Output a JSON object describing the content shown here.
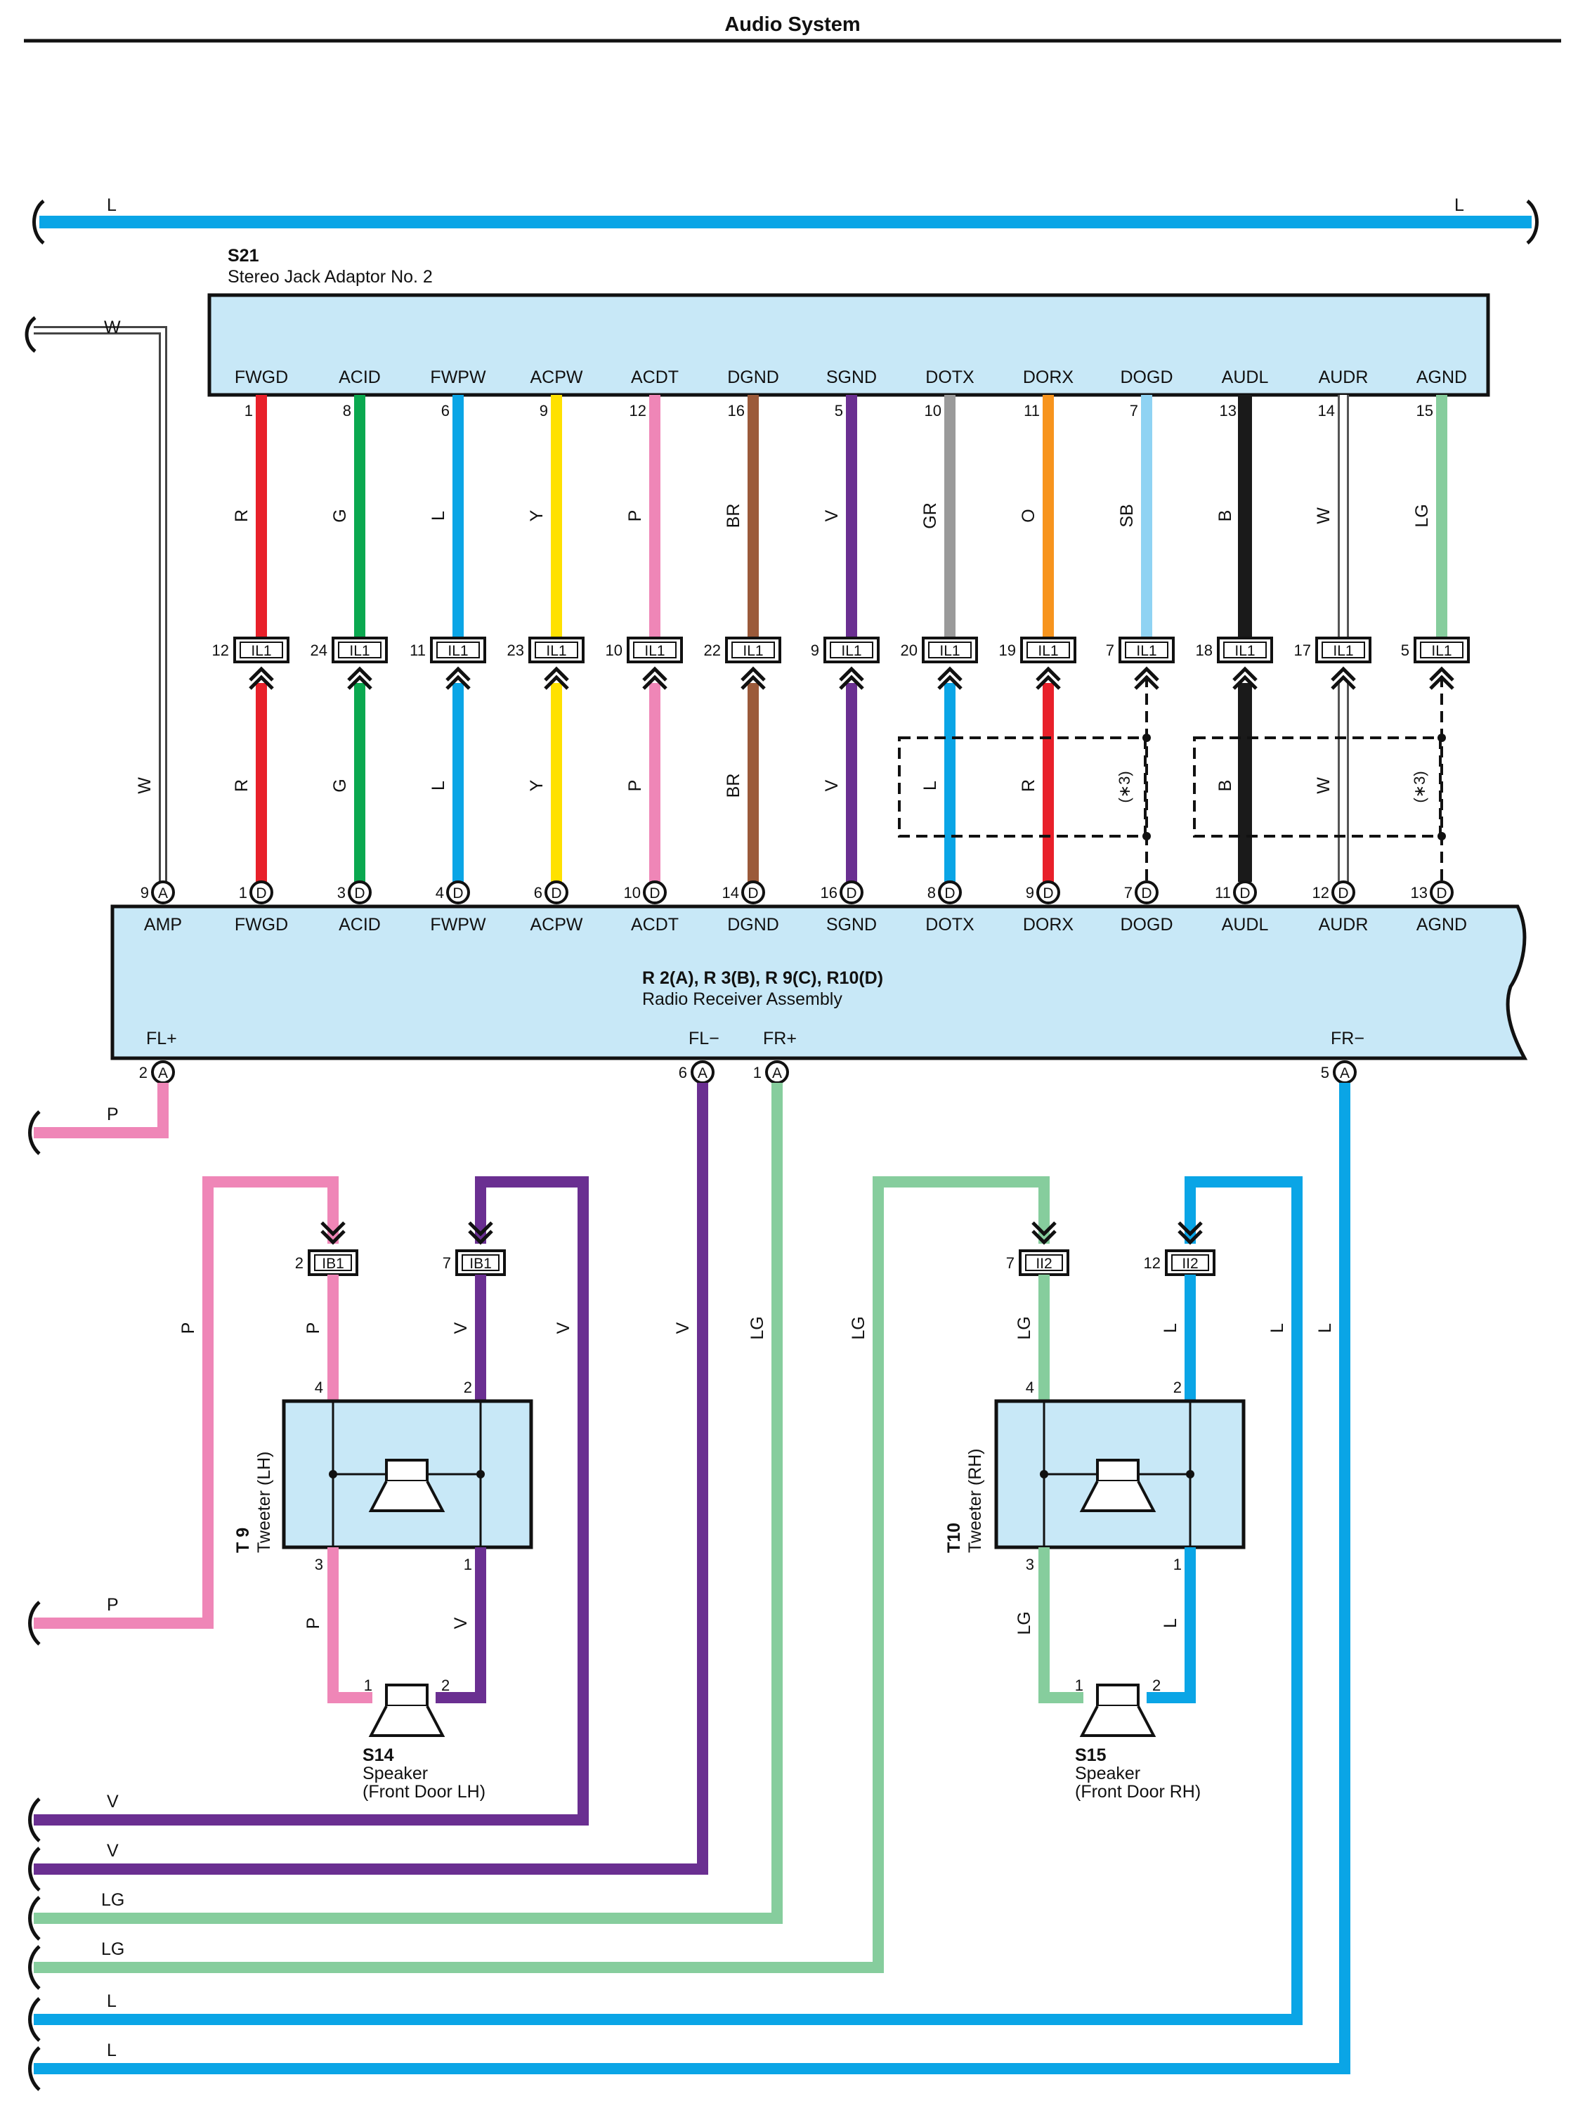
{
  "page_title": "Audio System",
  "colors": {
    "R": "#e8202a",
    "G": "#0aa84f",
    "L": "#0aa5e6",
    "Y": "#ffe100",
    "P": "#ef86b7",
    "BR": "#9b5a3a",
    "V": "#6a2f91",
    "GR": "#9a9a9a",
    "O": "#f7941d",
    "SB": "#8fd3f3",
    "B": "#1a1a1a",
    "W": "#ffffff",
    "LG": "#86cd9d",
    "box_fill": "#c8e8f7"
  },
  "s21": {
    "id": "S21",
    "name": "Stereo Jack Adaptor No. 2",
    "terminals": [
      {
        "name": "FWGD",
        "pin": "1",
        "wire": "R",
        "il_pin": "12",
        "wire2": "R",
        "r_pin": "1",
        "r_conn": "D"
      },
      {
        "name": "ACID",
        "pin": "8",
        "wire": "G",
        "il_pin": "24",
        "wire2": "G",
        "r_pin": "3",
        "r_conn": "D"
      },
      {
        "name": "FWPW",
        "pin": "6",
        "wire": "L",
        "il_pin": "11",
        "wire2": "L",
        "r_pin": "4",
        "r_conn": "D"
      },
      {
        "name": "ACPW",
        "pin": "9",
        "wire": "Y",
        "il_pin": "23",
        "wire2": "Y",
        "r_pin": "6",
        "r_conn": "D"
      },
      {
        "name": "ACDT",
        "pin": "12",
        "wire": "P",
        "il_pin": "10",
        "wire2": "P",
        "r_pin": "10",
        "r_conn": "D"
      },
      {
        "name": "DGND",
        "pin": "16",
        "wire": "BR",
        "il_pin": "22",
        "wire2": "BR",
        "r_pin": "14",
        "r_conn": "D"
      },
      {
        "name": "SGND",
        "pin": "5",
        "wire": "V",
        "il_pin": "9",
        "wire2": "V",
        "r_pin": "16",
        "r_conn": "D"
      },
      {
        "name": "DOTX",
        "pin": "10",
        "wire": "GR",
        "il_pin": "20",
        "wire2": "L",
        "r_pin": "8",
        "r_conn": "D"
      },
      {
        "name": "DORX",
        "pin": "11",
        "wire": "O",
        "il_pin": "19",
        "wire2": "R",
        "r_pin": "9",
        "r_conn": "D"
      },
      {
        "name": "DOGD",
        "pin": "7",
        "wire": "SB",
        "il_pin": "7",
        "wire2": "",
        "r_pin": "7",
        "r_conn": "D"
      },
      {
        "name": "AUDL",
        "pin": "13",
        "wire": "B",
        "il_pin": "18",
        "wire2": "B",
        "r_pin": "11",
        "r_conn": "D"
      },
      {
        "name": "AUDR",
        "pin": "14",
        "wire": "W",
        "il_pin": "17",
        "wire2": "W",
        "r_pin": "12",
        "r_conn": "D"
      },
      {
        "name": "AGND",
        "pin": "15",
        "wire": "LG",
        "il_pin": "5",
        "wire2": "",
        "r_pin": "13",
        "r_conn": "D"
      }
    ]
  },
  "il_label": "IL1",
  "shield_note": "(∗3)",
  "top_bus": {
    "wire": "L",
    "left_label": "L",
    "right_label": "L"
  },
  "amp_wire": {
    "wire": "W",
    "label_top": "W",
    "label_mid": "W",
    "pin": "9",
    "conn": "A",
    "name": "AMP"
  },
  "radio": {
    "id": "R 2(A), R 3(B), R 9(C), R10(D)",
    "name": "Radio Receiver Assembly",
    "outputs": [
      {
        "name": "FL+",
        "pin": "2",
        "conn": "A",
        "wire": "P"
      },
      {
        "name": "FL−",
        "pin": "6",
        "conn": "A",
        "wire": "V"
      },
      {
        "name": "FR+",
        "pin": "1",
        "conn": "A",
        "wire": "LG"
      },
      {
        "name": "FR−",
        "pin": "5",
        "conn": "A",
        "wire": "L"
      }
    ]
  },
  "tweeter_lh": {
    "id": "T 9",
    "name": "Tweeter (LH)",
    "conn_a": {
      "pin": "2",
      "label": "IB1"
    },
    "conn_b": {
      "pin": "7",
      "label": "IB1"
    },
    "pins": {
      "top_left": "4",
      "top_right": "2",
      "bottom_left": "3",
      "bottom_right": "1"
    }
  },
  "tweeter_rh": {
    "id": "T10",
    "name": "Tweeter (RH)",
    "conn_a": {
      "pin": "7",
      "label": "II2"
    },
    "conn_b": {
      "pin": "12",
      "label": "II2"
    },
    "pins": {
      "top_left": "4",
      "top_right": "2",
      "bottom_left": "3",
      "bottom_right": "1"
    }
  },
  "speaker_lh": {
    "id": "S14",
    "name": "Speaker",
    "location": "(Front Door LH)",
    "pin1": "1",
    "pin2": "2"
  },
  "speaker_rh": {
    "id": "S15",
    "name": "Speaker",
    "location": "(Front Door RH)",
    "pin1": "1",
    "pin2": "2"
  },
  "edge_wires": [
    {
      "label": "P"
    },
    {
      "label": "P"
    },
    {
      "label": "V"
    },
    {
      "label": "V"
    },
    {
      "label": "LG"
    },
    {
      "label": "LG"
    },
    {
      "label": "L"
    },
    {
      "label": "L"
    }
  ]
}
